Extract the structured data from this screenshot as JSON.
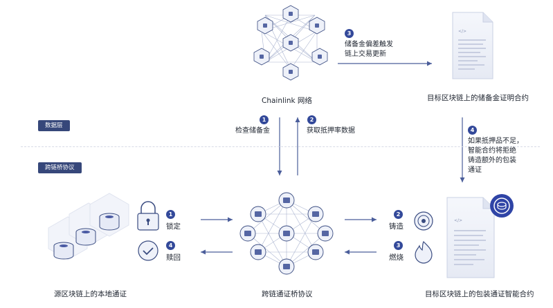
{
  "layers": {
    "data_layer": "数据层",
    "bridge_layer": "跨链桥协议"
  },
  "nodes": {
    "chainlink": "Chainlink 网络",
    "reserve_contract": "目标区块链上的储备金证明合约",
    "source_tokens": "源区块链上的本地通证",
    "bridge_protocol": "跨链通证桥协议",
    "wrapped_contract": "目标区块链上的包装通证智能合约"
  },
  "steps_top": [
    {
      "n": "1",
      "label": "检查储备金"
    },
    {
      "n": "2",
      "label": "获取抵押率数据"
    },
    {
      "n": "3",
      "line1": "储备金偏差触发",
      "line2": "链上交易更新"
    },
    {
      "n": "4",
      "line1": "如果抵押品不足，",
      "line2": "智能合约将拒绝",
      "line3": "铸造额外的包装",
      "line4": "通证"
    }
  ],
  "steps_bottom": [
    {
      "n": "1",
      "label": "锁定"
    },
    {
      "n": "4",
      "label": "赎回"
    },
    {
      "n": "2",
      "label": "铸造"
    },
    {
      "n": "3",
      "label": "燃烧"
    }
  ],
  "icons": {
    "doc_code": "</>"
  },
  "colors": {
    "accent": "#33499a",
    "arrow": "#4a5d9a",
    "pill": "#36477a",
    "icon_fill": "#e9edf7",
    "icon_stroke": "#394b80"
  }
}
